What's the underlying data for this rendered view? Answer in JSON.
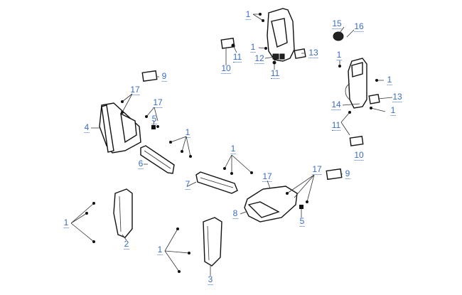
{
  "callouts": [
    {
      "id": "c0",
      "text": "1"
    },
    {
      "id": "c1",
      "text": "1"
    },
    {
      "id": "c2",
      "text": "11"
    },
    {
      "id": "c3",
      "text": "10"
    },
    {
      "id": "c4",
      "text": "12"
    },
    {
      "id": "c5",
      "text": "11"
    },
    {
      "id": "c6",
      "text": "13"
    },
    {
      "id": "c7",
      "text": "15"
    },
    {
      "id": "c8",
      "text": "16"
    },
    {
      "id": "c9",
      "text": "1"
    },
    {
      "id": "c10",
      "text": "1"
    },
    {
      "id": "c11",
      "text": "13"
    },
    {
      "id": "c12",
      "text": "14"
    },
    {
      "id": "c13",
      "text": "1"
    },
    {
      "id": "c14",
      "text": "11"
    },
    {
      "id": "c15",
      "text": "10"
    },
    {
      "id": "c16",
      "text": "9"
    },
    {
      "id": "c17",
      "text": "17"
    },
    {
      "id": "c18",
      "text": "17"
    },
    {
      "id": "c19",
      "text": "5"
    },
    {
      "id": "c20",
      "text": "4"
    },
    {
      "id": "c21",
      "text": "1"
    },
    {
      "id": "c22",
      "text": "6"
    },
    {
      "id": "c23",
      "text": "1"
    },
    {
      "id": "c24",
      "text": "7"
    },
    {
      "id": "c25",
      "text": "17"
    },
    {
      "id": "c26",
      "text": "17"
    },
    {
      "id": "c27",
      "text": "9"
    },
    {
      "id": "c28",
      "text": "8"
    },
    {
      "id": "c29",
      "text": "5"
    },
    {
      "id": "c30",
      "text": "2"
    },
    {
      "id": "c31",
      "text": "1"
    },
    {
      "id": "c32",
      "text": "1"
    },
    {
      "id": "c33",
      "text": "3"
    }
  ],
  "colors": {
    "callout": "#3a6cc4",
    "line": "#111111"
  }
}
